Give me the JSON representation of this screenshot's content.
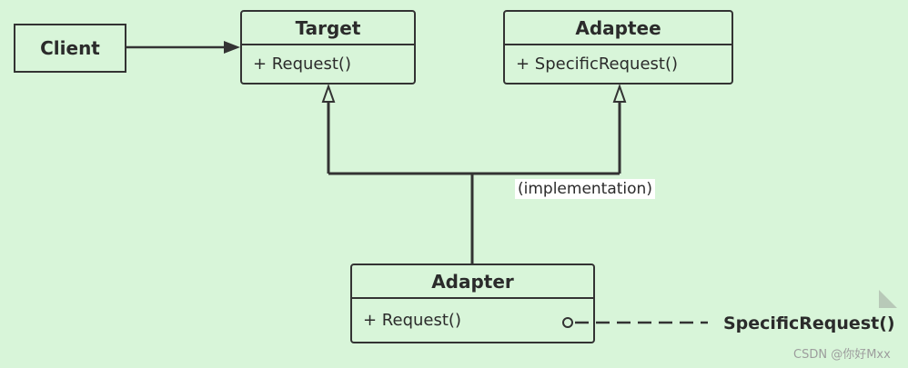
{
  "diagram": {
    "client": {
      "label": "Client"
    },
    "target": {
      "name": "Target",
      "method": "+ Request()"
    },
    "adaptee": {
      "name": "Adaptee",
      "method": "+ SpecificRequest()"
    },
    "adapter": {
      "name": "Adapter",
      "method": "+ Request()"
    },
    "relationship_label": "(implementation)",
    "note_text": "SpecificRequest()",
    "watermark": "CSDN @你好Mxx"
  },
  "colors": {
    "background": "#d8f5d9",
    "stroke": "#333333",
    "text": "#2b2b2b",
    "watermark": "#9d9d9d",
    "corner_mark": "#b8c9b8"
  }
}
